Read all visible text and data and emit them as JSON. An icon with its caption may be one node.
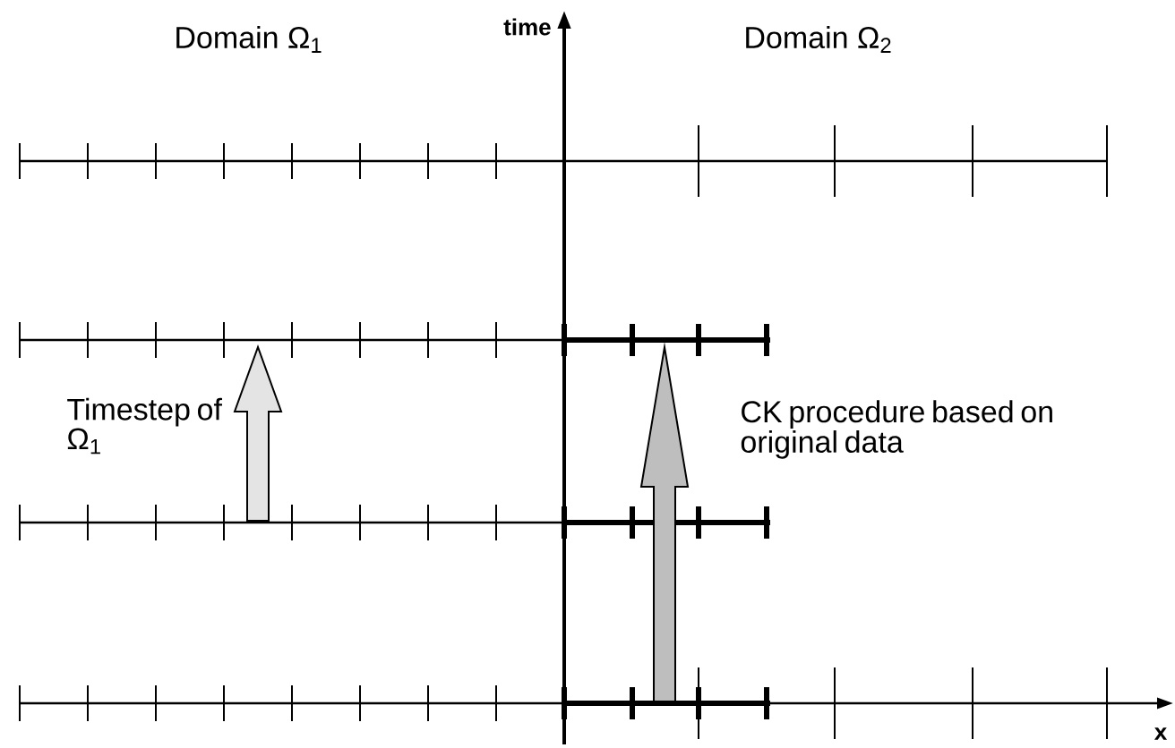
{
  "diagram": {
    "labels": [
      "Domain Ω$_{1}$",
      "time",
      "Domain Ω$_{2}$",
      "Timestep of Ω$_{1}$",
      "CK procedure based on original data",
      "x"
    ]
  }
}
